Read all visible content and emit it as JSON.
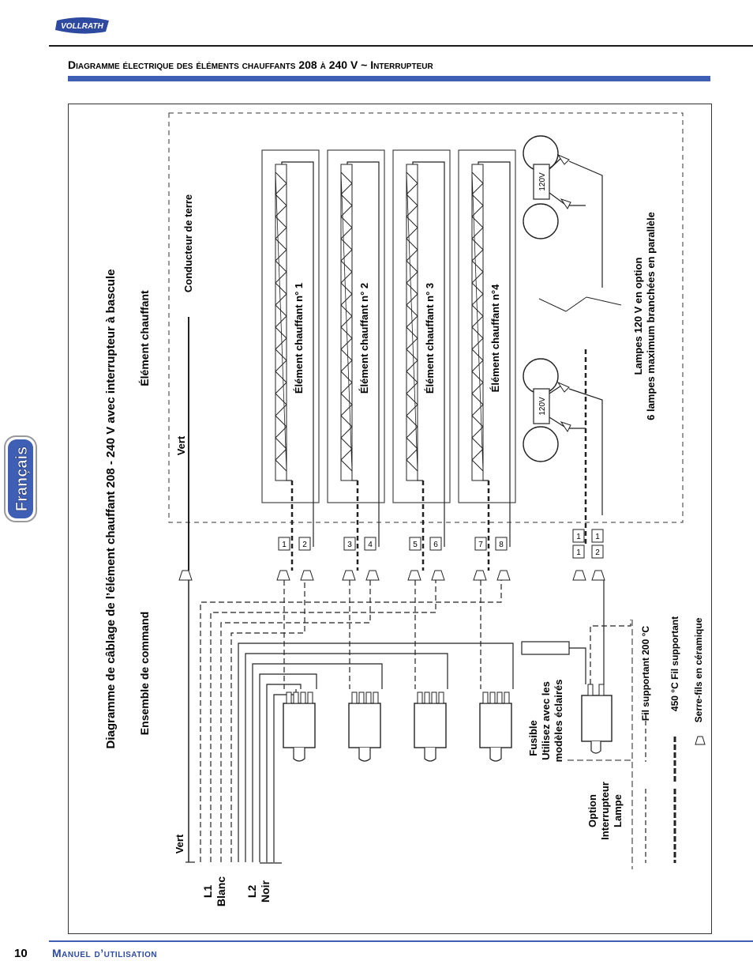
{
  "brand": "VOLLRATH",
  "header": {
    "title": "Diagramme électrique des éléments chauffants 208 à 240 V ~ Interrupteur"
  },
  "side_tab": "Français",
  "footer": {
    "page_number": "10",
    "manual": "Manuel d’utilisation"
  },
  "diagram": {
    "title": "Diagramme de câblage de l’élément chauffant 208 - 240 V avec interrupteur à bascule",
    "control_assembly": "Ensemble de command",
    "heating_element": "Élément chauffant",
    "ground_conductor": "Conducteur de terre",
    "vert_top": "Vert",
    "vert_bottom": "Vert",
    "l1": "L1",
    "l1_color": "Blanc",
    "l2": "L2",
    "l2_color": "Noir",
    "elements": [
      {
        "label": "Élément chauffant n° 1",
        "terminals": [
          "1",
          "2"
        ]
      },
      {
        "label": "Élément chauffant n° 2",
        "terminals": [
          "3",
          "4"
        ]
      },
      {
        "label": "Élément chauffant n° 3",
        "terminals": [
          "5",
          "6"
        ]
      },
      {
        "label": "Élément chauffant n°4",
        "terminals": [
          "7",
          "8"
        ]
      }
    ],
    "lamp_terminals": [
      [
        "1",
        "1"
      ],
      [
        "1",
        "2"
      ]
    ],
    "lamp_voltage": "120V",
    "lamps_line1": "Lampes 120 V en option",
    "lamps_line2": "6 lampes maximum branchées en parallèle",
    "fuse_line1": "Fusible",
    "fuse_line2": "Utilisez avec les",
    "fuse_line3": "modèles éclairés",
    "option_line1": "Option",
    "option_line2": "Interrupteur",
    "option_line3": "Lampe",
    "legend": [
      {
        "style": "dashed",
        "label": "Fil supportant 200 °C"
      },
      {
        "style": "beaded",
        "label": "450 °C Fil supportant"
      },
      {
        "style": "nut",
        "label": "Serre-fils en céramique"
      }
    ],
    "colors": {
      "accent": "#3f5fb4",
      "line": "#1a1a1a"
    }
  }
}
